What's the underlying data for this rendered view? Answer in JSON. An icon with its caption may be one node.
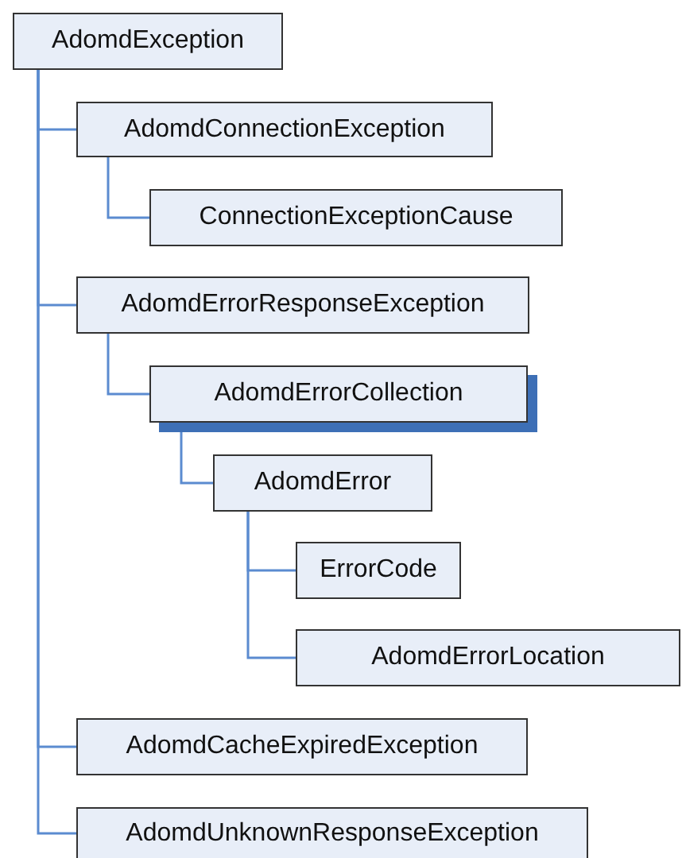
{
  "diagram": {
    "nodes": [
      {
        "text": [
          "AdomdException"
        ]
      },
      {
        "text": [
          "AdomdConnectionException"
        ]
      },
      {
        "text": [
          "ConnectionExceptionCause"
        ]
      },
      {
        "text": [
          "AdomdErrorResponseException"
        ]
      },
      {
        "text": [
          "AdomdErrorCollection"
        ]
      },
      {
        "text": [
          "AdomdError"
        ]
      },
      {
        "text": [
          "ErrorCode"
        ]
      },
      {
        "text": [
          "AdomdErrorLocation"
        ]
      },
      {
        "text": [
          "AdomdCacheExpiredException"
        ]
      },
      {
        "text": [
          "AdomdUnknownResponseException"
        ]
      }
    ],
    "edges": [
      {
        "from": 0,
        "to": 1,
        "arrow": "none"
      },
      {
        "from": 1,
        "to": 2,
        "arrow": "none"
      },
      {
        "from": 0,
        "to": 3,
        "arrow": "none"
      },
      {
        "from": 3,
        "to": 4,
        "arrow": "none"
      },
      {
        "from": 4,
        "to": 5,
        "arrow": "none"
      },
      {
        "from": 5,
        "to": 6,
        "arrow": "none"
      },
      {
        "from": 5,
        "to": 7,
        "arrow": "none"
      },
      {
        "from": 0,
        "to": 8,
        "arrow": "none"
      },
      {
        "from": 0,
        "to": 9,
        "arrow": "none"
      }
    ]
  }
}
